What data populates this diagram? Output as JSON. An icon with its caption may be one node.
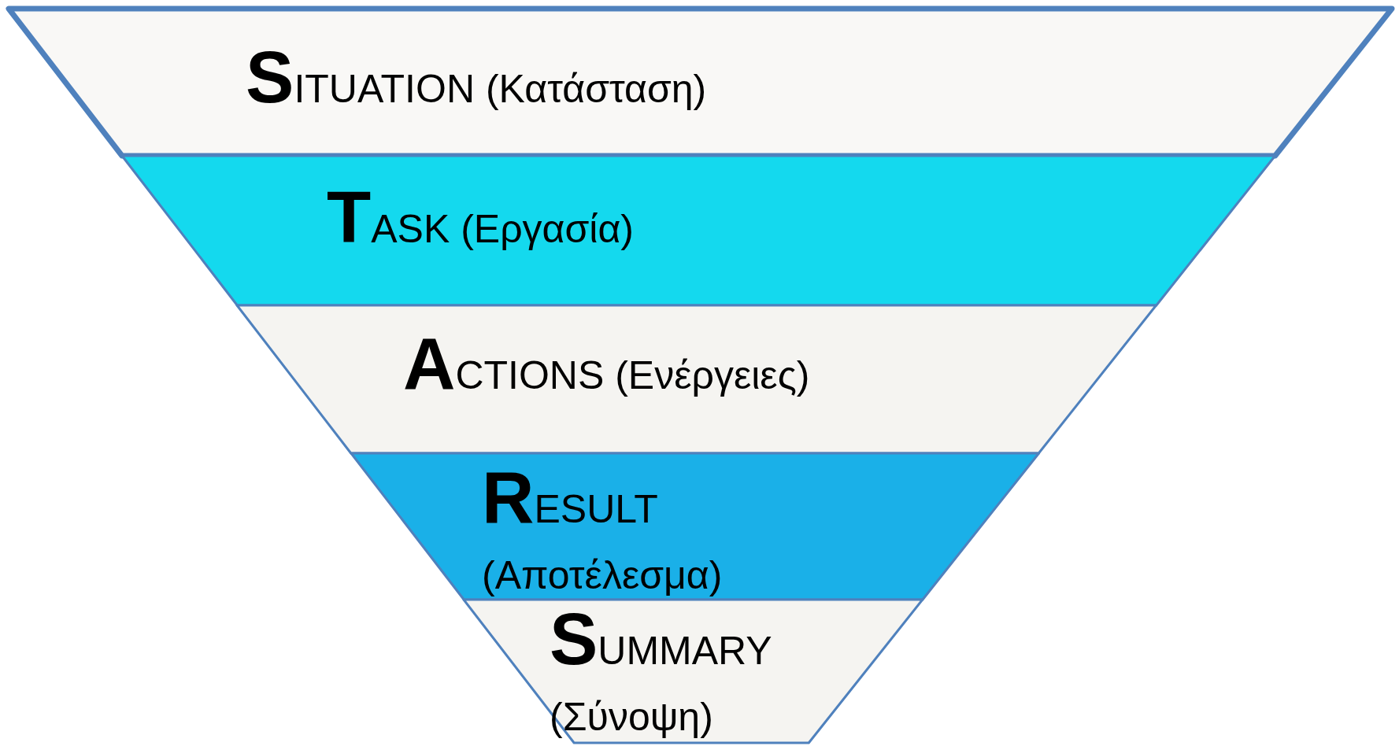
{
  "diagram": {
    "nodes": [
      {
        "text": [
          "SITUATION (Κατάσταση)"
        ]
      },
      {
        "text": [
          "TASK (Εργασία)"
        ]
      },
      {
        "text": [
          "ACTIONS (Ενέργειες)"
        ]
      },
      {
        "text": [
          "RESULT (Αποτέλεσμα)"
        ]
      },
      {
        "text": [
          "SUMMARY (Σύνοψη)"
        ]
      }
    ]
  }
}
